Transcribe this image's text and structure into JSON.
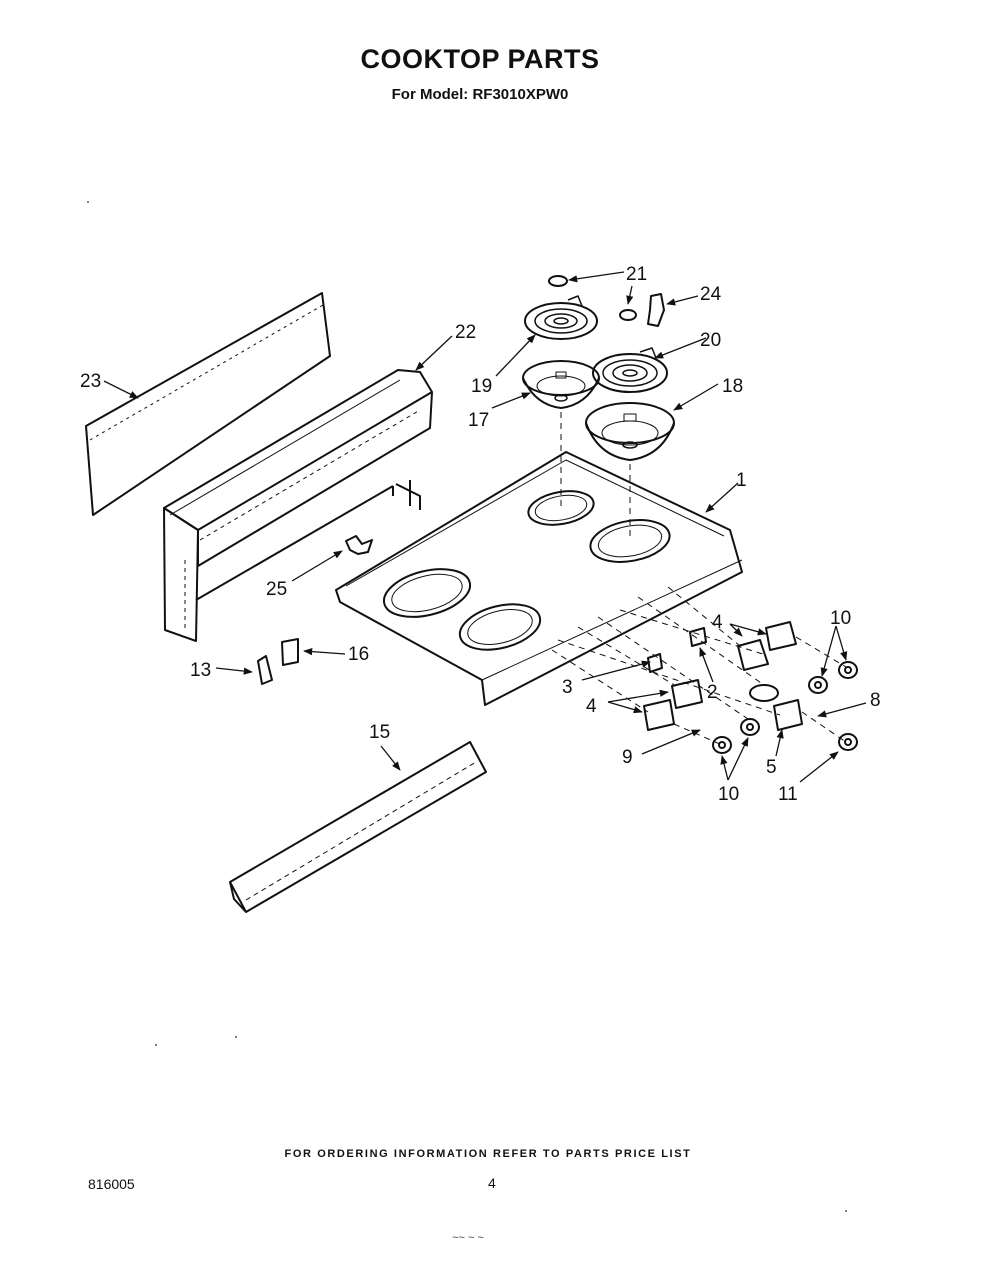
{
  "header": {
    "title": "COOKTOP PARTS",
    "subtitle": "For Model: RF3010XPW0"
  },
  "callouts": {
    "c1": "1",
    "c2": "2",
    "c3": "3",
    "c4a": "4",
    "c4b": "4",
    "c5": "5",
    "c8": "8",
    "c9": "9",
    "c10a": "10",
    "c10b": "10",
    "c11": "11",
    "c13": "13",
    "c15": "15",
    "c16": "16",
    "c17": "17",
    "c18": "18",
    "c19": "19",
    "c20": "20",
    "c21": "21",
    "c22": "22",
    "c23": "23",
    "c24": "24",
    "c25": "25"
  },
  "footer": {
    "ordering_note": "FOR ORDERING INFORMATION REFER TO PARTS PRICE LIST",
    "doc_number": "816005",
    "page_number": "4",
    "handwritten_mark": "~~ ~ ~"
  }
}
